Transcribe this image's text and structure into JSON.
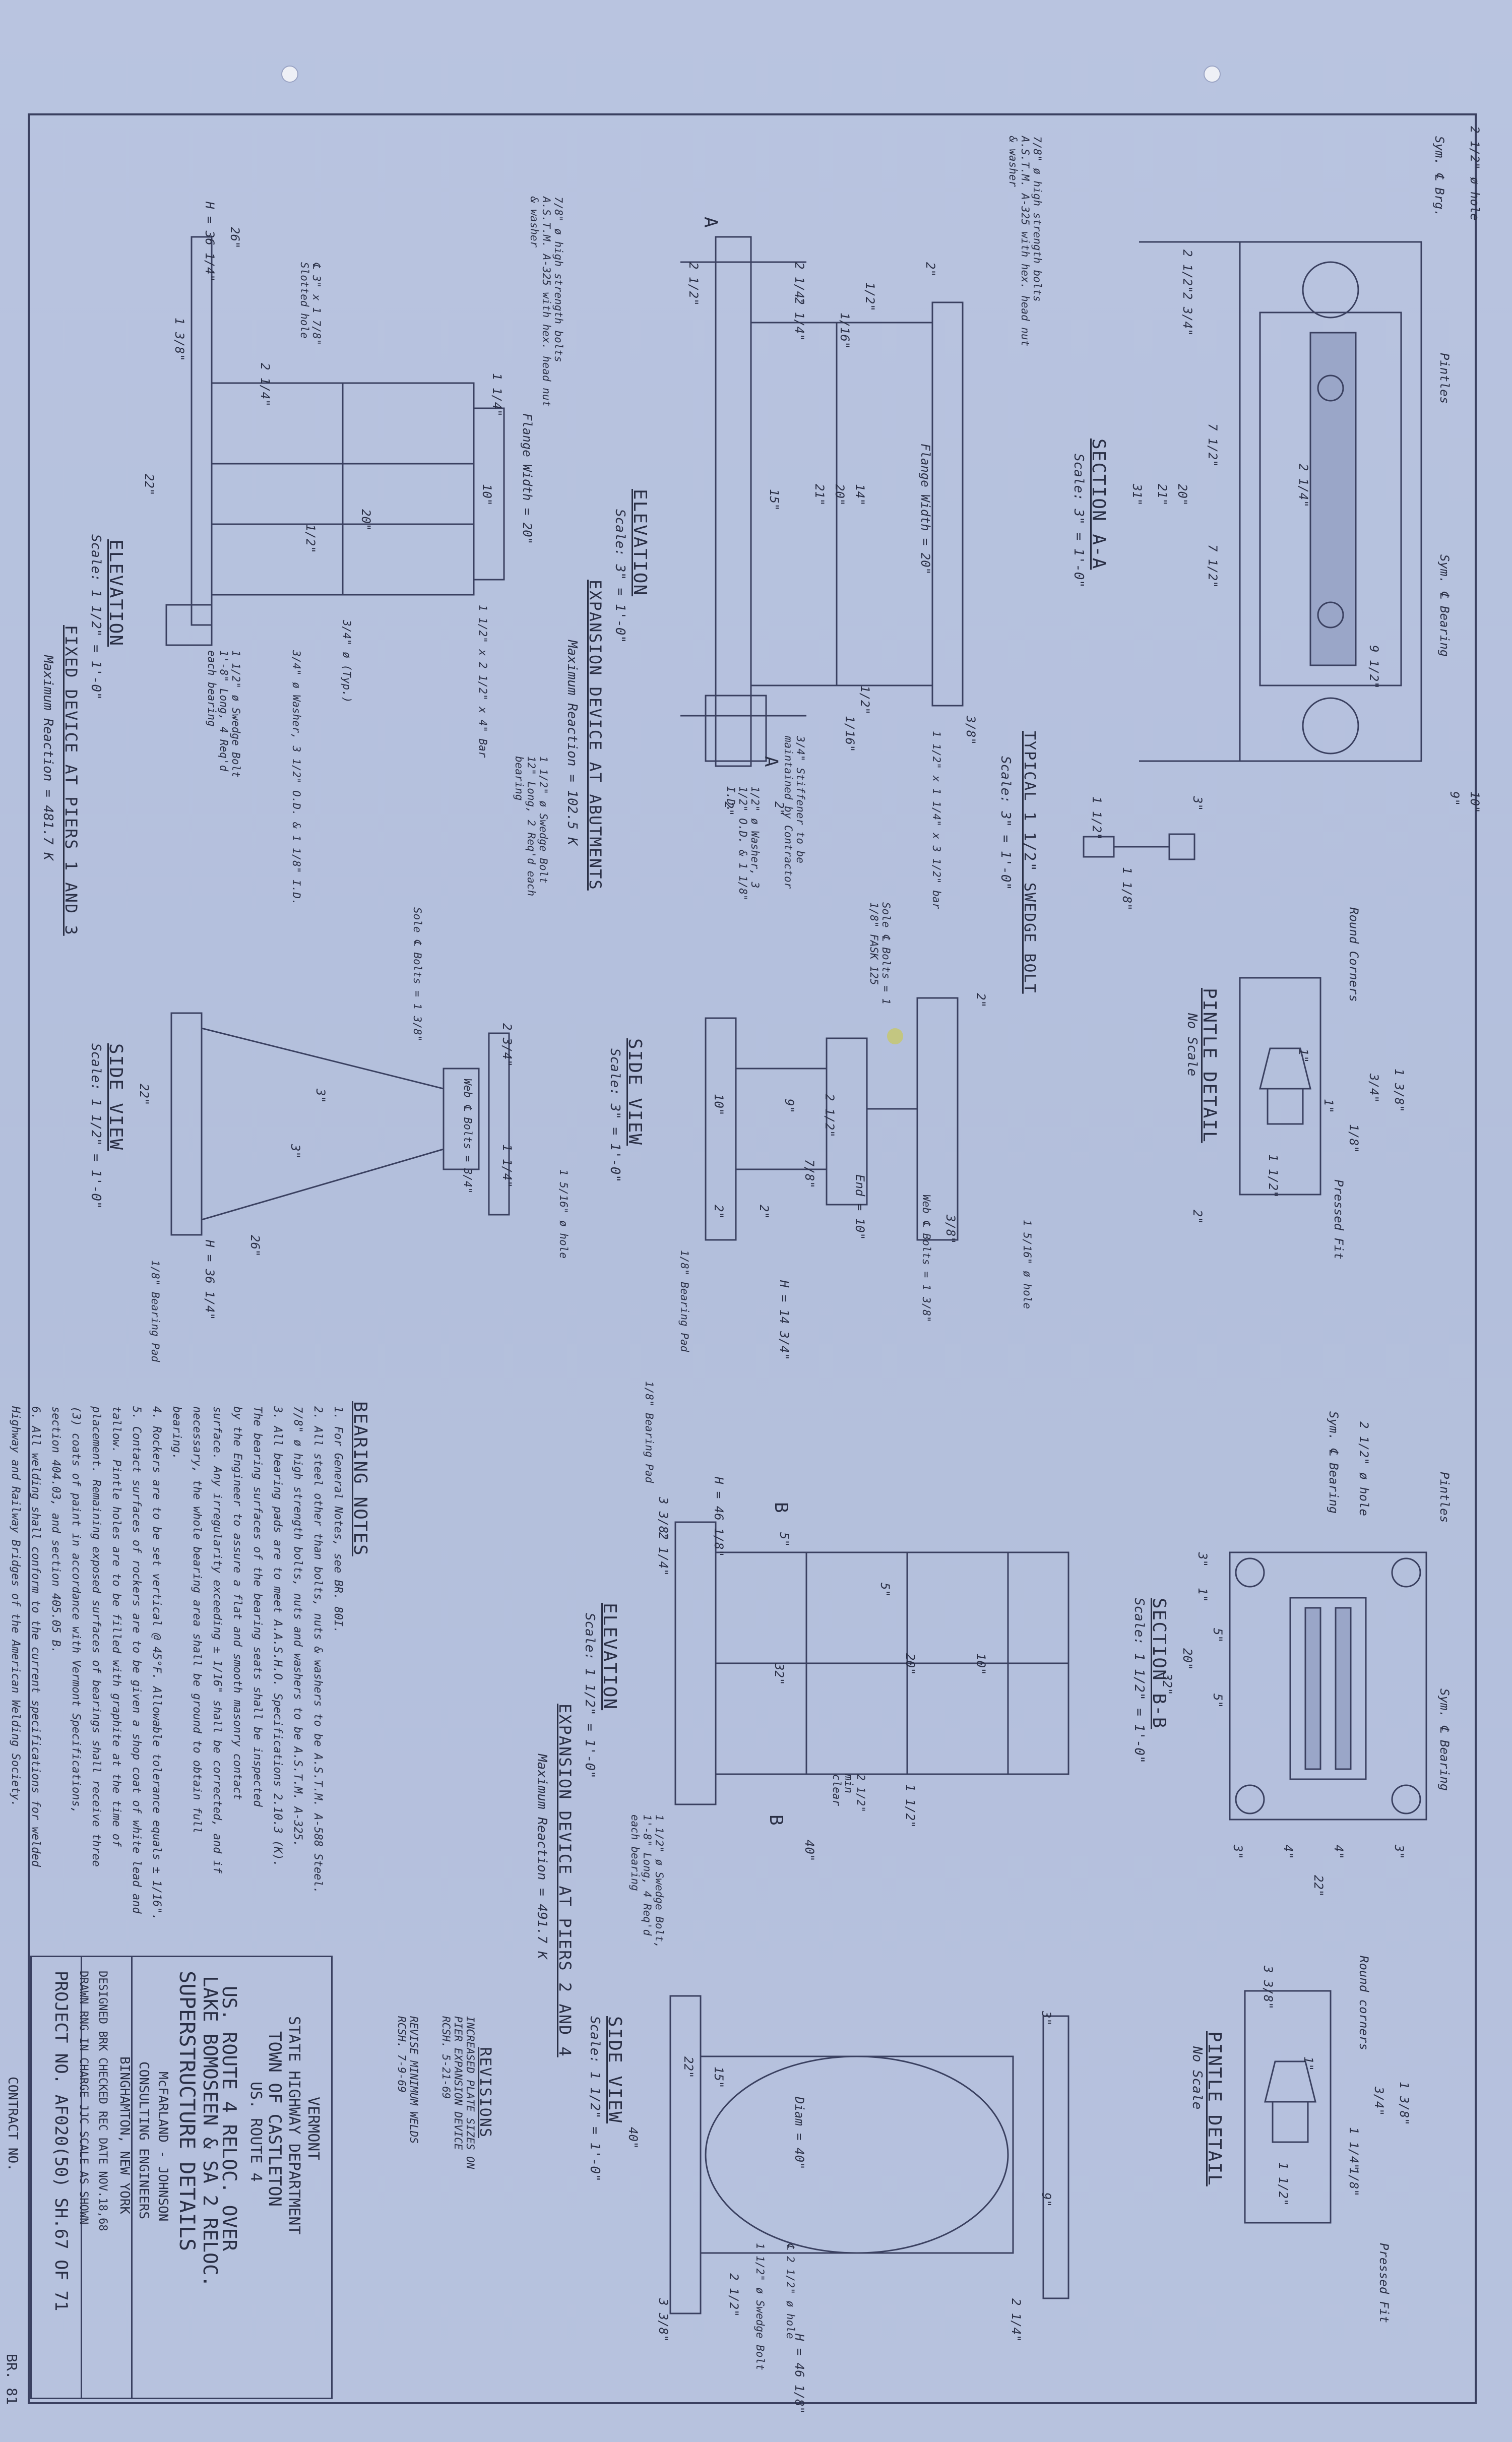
{
  "views": {
    "section_aa": {
      "title": "SECTION A-A",
      "scale": "Scale: 3\" = 1'-0\"",
      "labels": [
        "2 1/2\" ø hole",
        "Sym. ℄ Brg.",
        "Pintles",
        "Sym. ℄ Bearing"
      ],
      "dims": [
        "2 1/2\"",
        "2 3/4\"",
        "7 1/2\"",
        "20\"",
        "21\"",
        "31\"",
        "7 1/2\"",
        "2 1/4\"",
        "9 1/2\"",
        "9\"",
        "10\""
      ]
    },
    "typical_swedge": {
      "title": "TYPICAL 1 1/2\" SWEDGE BOLT",
      "scale": "Scale: 3\" = 1'-0\"",
      "dims": [
        "3\"",
        "1 1/8\"",
        "1 1/2\""
      ]
    },
    "pintle_1": {
      "title": "PINTLE DETAIL",
      "scale": "No Scale",
      "labels": [
        "Round Corners",
        "Pressed Fit"
      ],
      "dims": [
        "1\"",
        "1 3/8\"",
        "3/4\"",
        "1 1/2\"",
        "1\"",
        "1/8\"",
        "2\""
      ]
    },
    "elevation_abut": {
      "title": "ELEVATION",
      "scale": "Scale: 3\" = 1'-0\"",
      "subtitle": "EXPANSION DEVICE AT ABUTMENTS",
      "reaction": "Maximum Reaction = 102.5 K",
      "labels": [
        "7/8\" ø high strength bolts A.S.T.M. A-325 with hex. head nut & washer",
        "Flange Width = 20\"",
        "1 1/2\" ø Swedge Bolt 12\" Long, 2 Req'd each bearing",
        "3/4\" Stiffener to be maintained by Contractor",
        "1/2\" ø Washer, 3 1/2\" O.D. & 1 1/8\" I.D.",
        "1 1/2\" x 1 1/4\" x 3 1/2\" bar"
      ],
      "dims": [
        "2 1/2\"",
        "2 1/4\"",
        "2 1/4\"",
        "1/2\"",
        "2\"",
        "1/16\"",
        "15\"",
        "21\"",
        "20\"",
        "14\"",
        "1/2\"",
        "1/16\"",
        "3/8\"",
        "2\"",
        "2\""
      ],
      "section_marks": [
        "A",
        "A"
      ]
    },
    "side_abut": {
      "title": "SIDE VIEW",
      "scale": "Scale: 3\" = 1'-0\"",
      "labels": [
        "Sole ℄ Bolts = 1 1/8\" FASK 125",
        "Web ℄ Bolts = 1 3/8\"",
        "1 5/16\" ø hole",
        "1/8\" Bearing Pad"
      ],
      "dims": [
        "2\"",
        "10\"",
        "9\"",
        "2 1/2\"",
        "7/8\"",
        "End = 10\"",
        "3/8\"",
        "2\"",
        "2\""
      ],
      "total": "H = 14 3/4\""
    },
    "elevation_fixed": {
      "title": "ELEVATION",
      "scale": "Scale: 1 1/2\" = 1'-0\"",
      "subtitle": "FIXED DEVICE AT PIERS 1 AND 3",
      "reaction": "Maximum Reaction = 481.7 K",
      "labels": [
        "7/8\" ø high strength bolts A.S.T.M. A-325 with hex. head nut & washer",
        "Flange Width = 20\"",
        "℄ 3\" x 1 7/8\" Slotted hole",
        "3/4\" ø (Typ.)",
        "3/4\" ø Washer, 3 1/2\" O.D. & 1 1/8\" I.D.",
        "1 1/2\" ø Swedge Bolt 1'-8\" Long, 4 Req'd each bearing",
        "1 1/2\" x 2 1/2\" x 4\" Bar"
      ],
      "dims": [
        "1 3/8\"",
        "2 1/4\"",
        "1 1/4\"",
        "10\"",
        "20\"",
        "1/2\"",
        "22\"",
        "26\""
      ],
      "total": "H = 36 1/4\""
    },
    "side_fixed": {
      "title": "SIDE VIEW",
      "scale": "Scale: 1 1/2\" = 1'-0\"",
      "labels": [
        "Sole ℄ Bolts = 1 3/8\"",
        "Web ℄ Bolts = 3/4\"",
        "1 5/16\" ø hole",
        "1/8\" Bearing Pad"
      ],
      "dims": [
        "2 3/4\"",
        "1 1/4\"",
        "22\"",
        "3\"",
        "3\"",
        "26\""
      ],
      "total": "H = 36 1/4\""
    },
    "section_bb": {
      "title": "SECTION B-B",
      "scale": "Scale: 1 1/2\" = 1'-0\"",
      "labels": [
        "Pintles",
        "2 1/2\" ø hole",
        "Sym. ℄ Bearing",
        "Sym. ℄ Bearing"
      ],
      "dims": [
        "3\"",
        "1\"",
        "20\"",
        "5\"",
        "5\"",
        "32\"",
        "3\"",
        "4\"",
        "4\"",
        "3\"",
        "22\""
      ]
    },
    "pintle_2": {
      "title": "PINTLE DETAIL",
      "scale": "No Scale",
      "labels": [
        "Round corners",
        "Pressed Fit"
      ],
      "dims": [
        "3 3/8\"",
        "1\"",
        "1 3/8\"",
        "3/4\"",
        "1 1/2\"",
        "1 1/4\"",
        "1/8\""
      ]
    },
    "elevation_piers": {
      "title": "ELEVATION",
      "scale": "Scale: 1 1/2\" = 1'-0\"",
      "subtitle": "EXPANSION DEVICE AT PIERS 2 AND 4",
      "reaction": "Maximum Reaction = 491.7 K",
      "labels": [
        "1/8\" Bearing Pad",
        "1 1/2\" ø Swedge Bolt, 1'-8\" Long, 4 Req'd each bearing",
        "2 1/2\" min clear"
      ],
      "dims": [
        "3 3/8\"",
        "2 1/4\"",
        "5\"",
        "10\"",
        "20\"",
        "32\"",
        "40\"",
        "1 1/2\"",
        "5\""
      ],
      "total": "H = 46 1/8\"",
      "section_marks": [
        "B",
        "B"
      ]
    },
    "side_piers": {
      "title": "SIDE VIEW",
      "scale": "Scale: 1 1/2\" = 1'-0\"",
      "labels": [
        "Diam = 40\"",
        "℄ 2 1/2\" ø hole",
        "1 1/2\" ø Swedge Bolt"
      ],
      "dims": [
        "40\"",
        "3\"",
        "15\"",
        "22\"",
        "2 1/2\"",
        "9\"",
        "3 3/8\"",
        "2 1/4\""
      ],
      "total": "H = 46 1/8\""
    }
  },
  "bearing_notes": {
    "title": "BEARING NOTES",
    "lines": [
      "1. For General Notes, see BR. 80I.",
      "2. All steel other than bolts, nuts & washers to be A.S.T.M. A-588 Steel.",
      "   7/8\" ø high strength bolts, nuts and washers to be A.S.T.M. A-325.",
      "3. All bearing pads are to meet A.A.S.H.O. Specifications 2.10.3 (K).",
      "   The bearing surfaces of the bearing seats shall be inspected",
      "   by the Engineer to assure a flat and smooth masonry contact",
      "   surface. Any irregularity exceeding ± 1/16\" shall be corrected, and if",
      "   necessary, the whole bearing area shall be ground to obtain full",
      "   bearing.",
      "4. Rockers are to be set vertical @ 45°F. Allowable tolerance equals ± 1/16\".",
      "5. Contact surfaces of rockers are to be given a shop coat of white lead and",
      "   tallow. Pintle holes are to be filled with graphite at the time of",
      "   placement. Remaining exposed surfaces of bearings shall receive three",
      "   (3) coats of paint in accordance with Vermont Specifications,",
      "   section 404.03, and section 405.05 B.",
      "6. All welding shall conform to the current specifications for welded",
      "   Highway and Railway Bridges of the American Welding Society."
    ]
  },
  "revisions": {
    "title": "REVISIONS",
    "lines": [
      "INCREASED PLATE SIZES ON",
      "PIER EXPANSION DEVICE",
      "RCSH. 5-21-69",
      "REVISE MINIMUM WELDS",
      "RCSH. 7-9-69"
    ]
  },
  "title_block": {
    "state": "VERMONT",
    "dept": "STATE HIGHWAY DEPARTMENT",
    "town": "TOWN OF CASTLETON",
    "route": "US. ROUTE 4",
    "project1": "US. ROUTE 4 RELOC. OVER",
    "project2": "LAKE BOMOSEEN & SA 2 RELOC.",
    "sheet_title": "SUPERSTRUCTURE DETAILS",
    "engineers": "McFARLAND - JOHNSON",
    "engineers2": "CONSULTING ENGINEERS",
    "city": "BINGHAMTON, NEW YORK",
    "designed": "DESIGNED BRK  CHECKED REC  DATE NOV.18,68",
    "drawn": "DRAWN RNG  IN CHARGE JJC  SCALE AS SHOWN",
    "project_no": "PROJECT NO. AF020(50) SH.67 OF 71",
    "contract": "CONTRACT NO.",
    "bridge": "BR. 81"
  },
  "colors": {
    "paper": "#b7c2de",
    "ink": "#2a2f45",
    "line": "#3a4060"
  }
}
